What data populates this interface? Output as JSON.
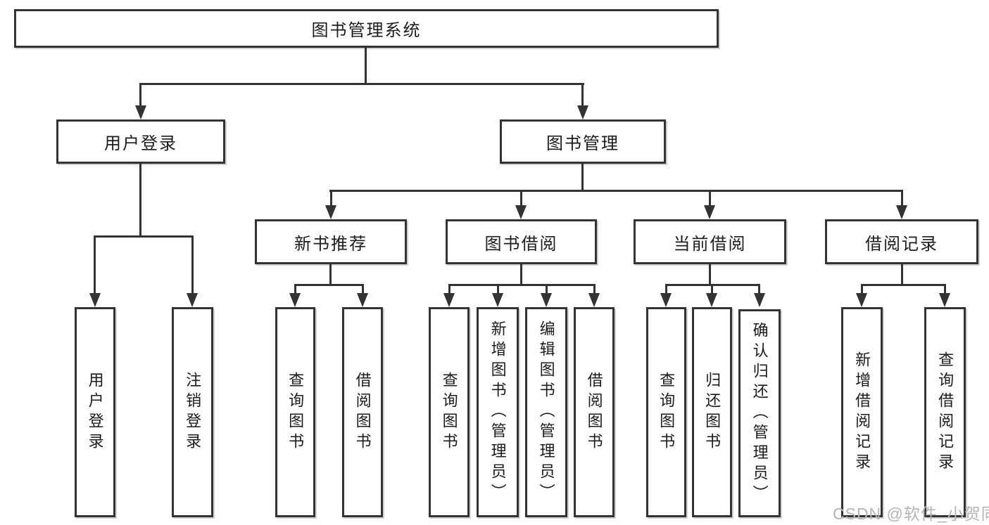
{
  "diagram_type": "hierarchy-tree",
  "colors": {
    "line_color": "#333333",
    "text_color": "#1c1c1c",
    "watermark_color": "#b5b5b5",
    "background": "#ffffff"
  },
  "tree": {
    "label": "图书管理系统",
    "children": [
      {
        "label": "用户登录",
        "children": [
          {
            "label": "用户登录"
          },
          {
            "label": "注销登录"
          }
        ]
      },
      {
        "label": "图书管理",
        "children": [
          {
            "label": "新书推荐",
            "children": [
              {
                "label": "查询图书"
              },
              {
                "label": "借阅图书"
              }
            ]
          },
          {
            "label": "图书借阅",
            "children": [
              {
                "label": "查询图书"
              },
              {
                "label": "新增图书（管理员）"
              },
              {
                "label": "编辑图书（管理员）"
              },
              {
                "label": "借阅图书"
              }
            ]
          },
          {
            "label": "当前借阅",
            "children": [
              {
                "label": "查询图书"
              },
              {
                "label": "归还图书"
              },
              {
                "label": "确认归还（管理员）"
              }
            ]
          },
          {
            "label": "借阅记录",
            "children": [
              {
                "label": "新增借阅记录"
              },
              {
                "label": "查询借阅记录"
              }
            ]
          }
        ]
      }
    ]
  },
  "watermark": "CSDN @软件_小贺同学"
}
